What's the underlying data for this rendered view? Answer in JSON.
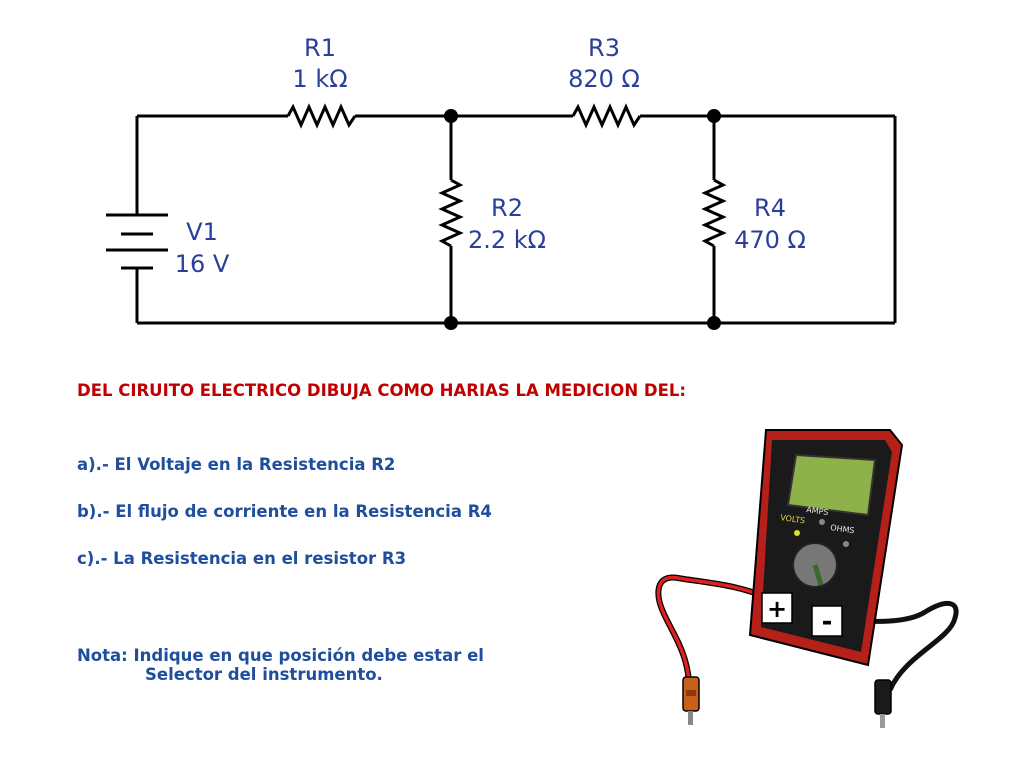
{
  "circuit": {
    "r1": {
      "name": "R1",
      "value": "1 kΩ"
    },
    "r2": {
      "name": "R2",
      "value": "2.2 kΩ"
    },
    "r3": {
      "name": "R3",
      "value": "820 Ω"
    },
    "r4": {
      "name": "R4",
      "value": "470 Ω"
    },
    "v1": {
      "name": "V1",
      "value": "16 V"
    }
  },
  "question": {
    "title": "DEL CIRUITO ELECTRICO DIBUJA COMO HARIAS LA MEDICION DEL:",
    "a": "a).- El Voltaje en la Resistencia R2",
    "b": "b).- El flujo de corriente en la Resistencia R4",
    "c": "c).- La Resistencia en el resistor R3"
  },
  "note": {
    "line1": "Nota: Indique en que posición debe estar el",
    "line2": "Selector del instrumento."
  },
  "multimeter": {
    "plus": "+",
    "minus": "-"
  }
}
